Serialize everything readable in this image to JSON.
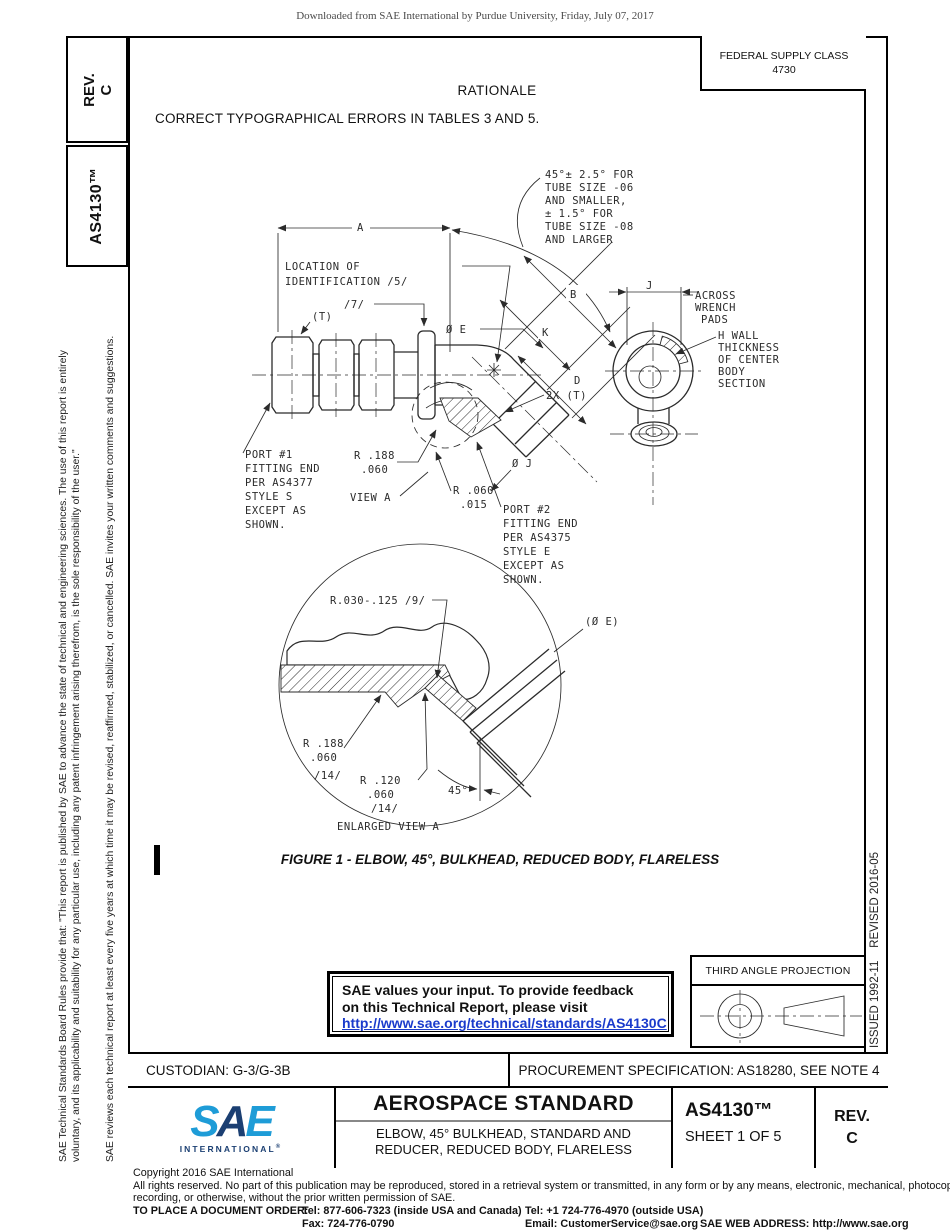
{
  "watermark": "Downloaded from SAE International by Purdue University, Friday, July 07, 2017",
  "sidebar": {
    "rev_box": "REV.\nC",
    "standard_box": "AS4130™",
    "disclaimer_line1": "SAE Technical Standards Board Rules provide that: \"This report is published by SAE to advance the state of technical and engineering sciences. The use of this report is entirely",
    "disclaimer_line2": "voluntary, and its applicability and suitability for any particular use, including any patent infringement arising therefrom, is the sole responsibility of the user.\"",
    "disclaimer_line3": "SAE reviews each technical report at least every five years at which time it may be revised, reaffirmed, stabilized, or cancelled. SAE invites your written comments and suggestions.",
    "issued": "ISSUED 1992-11    REVISED 2016-05"
  },
  "header": {
    "federal_supply_class": "FEDERAL SUPPLY CLASS",
    "federal_supply_value": "4730",
    "rationale_heading": "RATIONALE",
    "rationale_body": "CORRECT TYPOGRAPHICAL ERRORS IN TABLES 3 AND 5."
  },
  "drawing": {
    "tol_note": [
      "45°± 2.5° FOR",
      "TUBE SIZE -06",
      "AND SMALLER,",
      "± 1.5° FOR",
      "TUBE SIZE -08",
      "AND LARGER"
    ],
    "dim_a": "A",
    "dim_b": "B",
    "dim_k": "K",
    "dim_d": "D",
    "dim_j": "J",
    "loc_id": [
      "LOCATION OF",
      "IDENTIFICATION /5/"
    ],
    "flag7": "/7/",
    "t1": "(T)",
    "t2": "2X (T)",
    "dia_e": "Ø E",
    "dia_e_ref": "(Ø E)",
    "dia_j": "Ø J",
    "port1": [
      "PORT #1",
      "FITTING END",
      "PER AS4377",
      "STYLE S",
      "EXCEPT AS",
      "SHOWN."
    ],
    "port2": [
      "PORT #2",
      "FITTING END",
      "PER AS4375",
      "STYLE E",
      "EXCEPT AS",
      "SHOWN."
    ],
    "r188_top": [
      "R .188",
      ".060"
    ],
    "r060": [
      "R .060",
      ".015"
    ],
    "view_a": "VIEW A",
    "across": [
      "ACROSS",
      "WRENCH",
      "PADS"
    ],
    "h_wall": [
      "H WALL",
      "THICKNESS",
      "OF CENTER",
      "BODY",
      "SECTION"
    ],
    "r030": "R.030-.125 /9/",
    "r188_b": [
      "R .188",
      ".060",
      "/14/"
    ],
    "r120": [
      "R .120",
      ".060",
      "/14/"
    ],
    "deg45": "45°",
    "enlarged": "ENLARGED VIEW A"
  },
  "figure": {
    "caption": "FIGURE 1 - ELBOW, 45°, BULKHEAD, REDUCED BODY, FLARELESS"
  },
  "feedback_box": {
    "line1": "SAE values your input. To provide feedback",
    "line2": "on this Technical Report, please visit",
    "link": "http://www.sae.org/technical/standards/AS4130C"
  },
  "projection_box": {
    "title": "THIRD ANGLE PROJECTION"
  },
  "title_block": {
    "custodian": "CUSTODIAN: G-3/G-3B",
    "procurement": "PROCUREMENT SPECIFICATION: AS18280, SEE NOTE 4",
    "logo_s": "S",
    "logo_a": "A",
    "logo_e": "E",
    "logo_sub": "INTERNATIONAL",
    "logo_reg": "®",
    "doc_type": "AEROSPACE STANDARD",
    "doc_title_line1": "ELBOW, 45° BULKHEAD, STANDARD AND",
    "doc_title_line2": "REDUCER, REDUCED BODY, FLARELESS",
    "doc_number": "AS4130™",
    "sheet": "SHEET 1 OF 5",
    "rev_label": "REV.",
    "rev_value": "C"
  },
  "footer": {
    "copyright": "Copyright 2016 SAE International",
    "rights_line1": "All rights reserved. No part of this publication may be reproduced, stored in a retrieval system or transmitted, in any form or by any means, electronic, mechanical, photocopying,",
    "rights_line2": "recording, or otherwise, without the prior written permission of SAE.",
    "order_label": "TO PLACE A DOCUMENT ORDER:",
    "tel_inside": "Tel: 877-606-7323 (inside USA and Canada)",
    "tel_outside": "Tel: +1 724-776-4970 (outside USA)",
    "fax": "Fax: 724-776-0790",
    "email": "Email: CustomerService@sae.org",
    "web": "SAE WEB ADDRESS: http://www.sae.org"
  }
}
